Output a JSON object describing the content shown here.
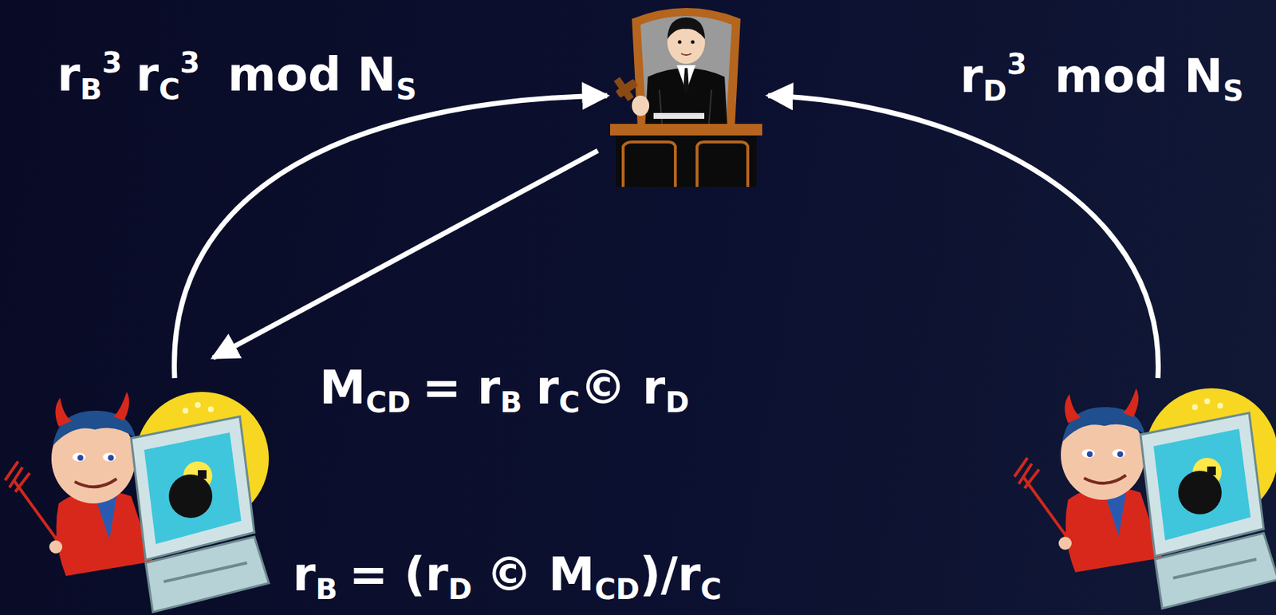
{
  "diagram": {
    "labels": [
      "r",
      "B",
      "3",
      "r",
      "C",
      "3",
      "mod N",
      "S",
      "r",
      "D",
      "3",
      "mod N",
      "S",
      "M",
      "CD",
      "= r",
      "B",
      "r",
      "C",
      "© r",
      "D",
      "r",
      "B",
      "= (r",
      "D",
      "© M",
      "CD",
      ")/r",
      "C"
    ]
  }
}
